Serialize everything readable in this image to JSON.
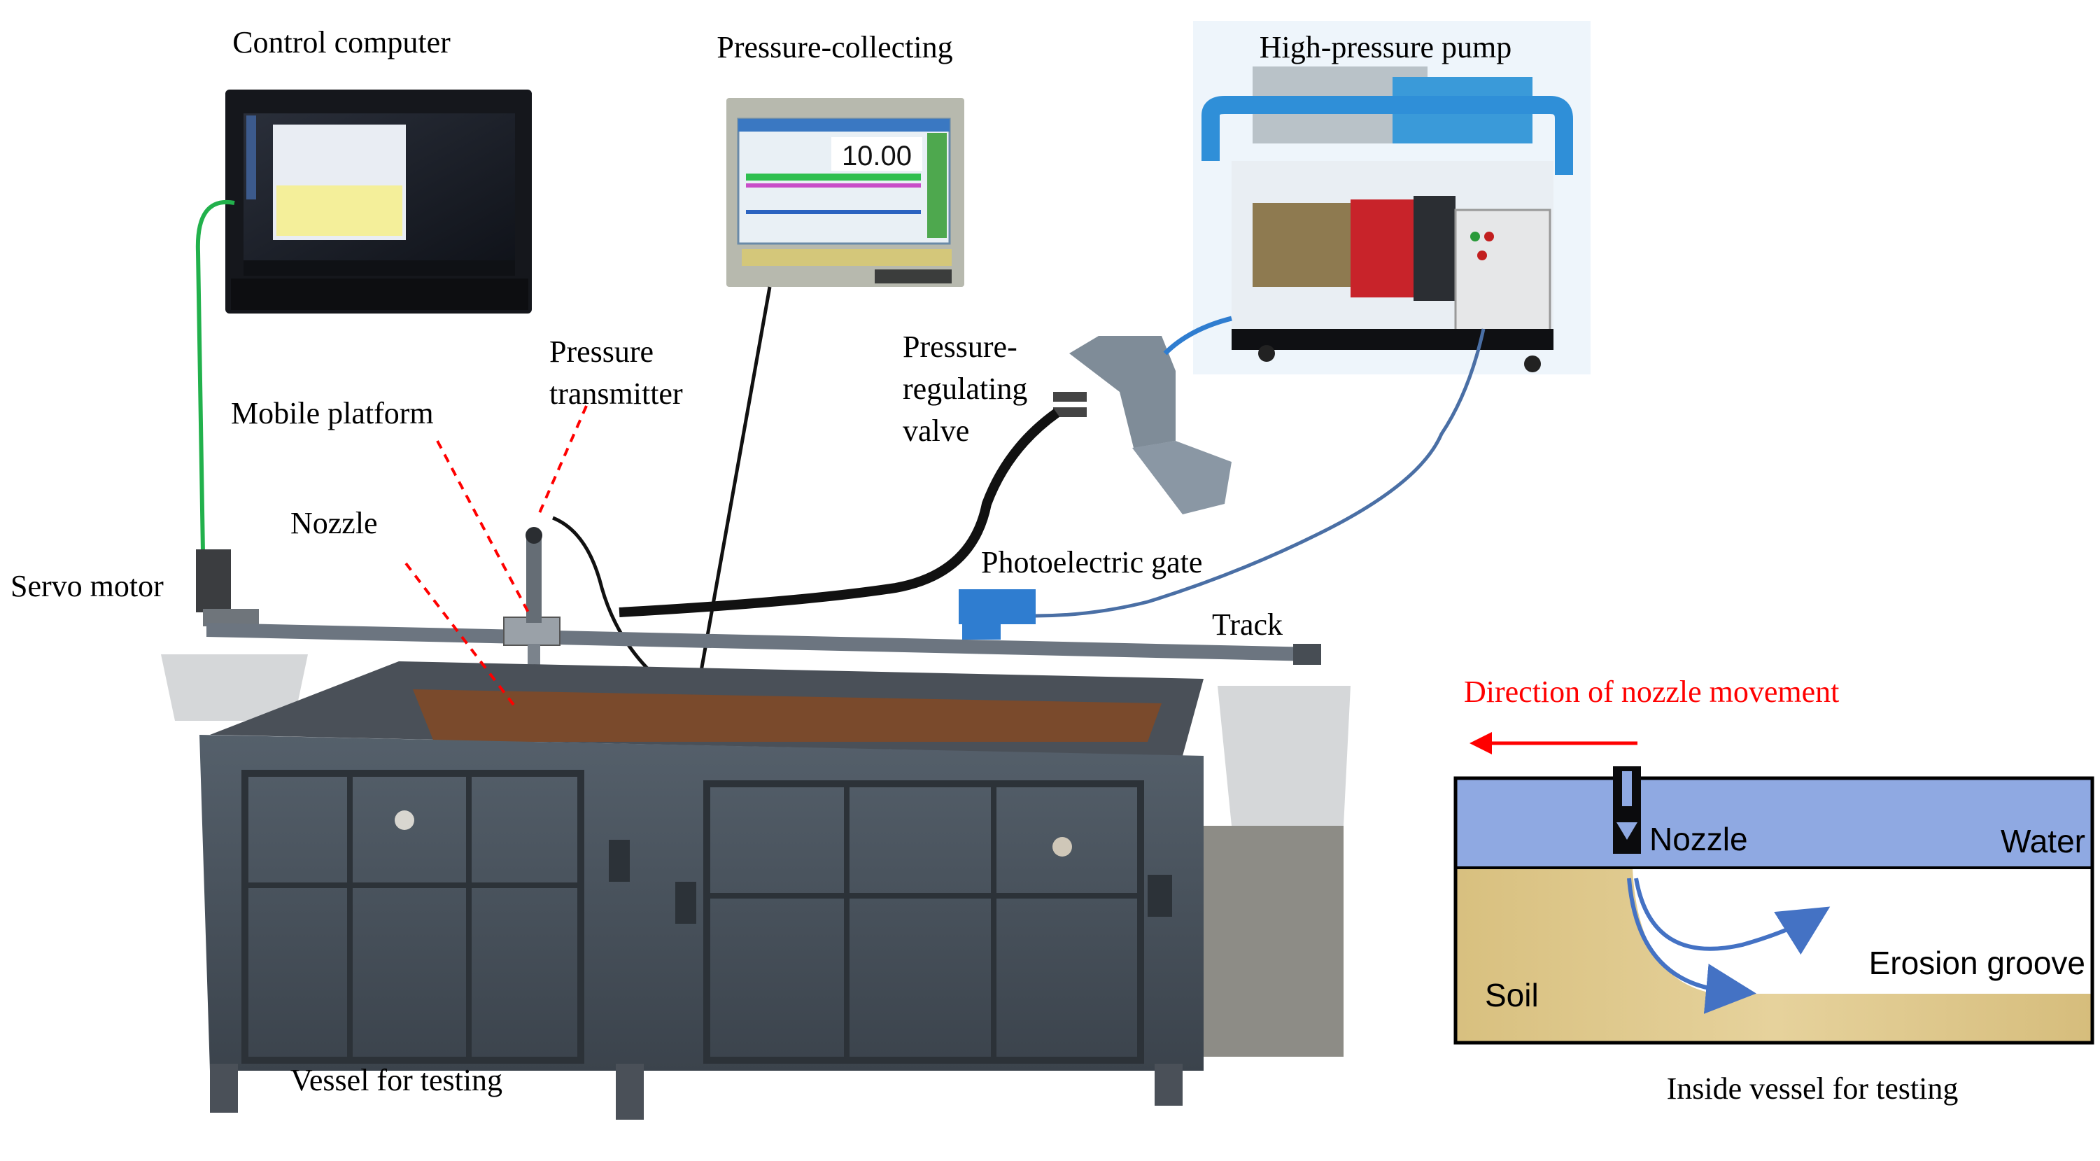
{
  "labels": {
    "control_computer": "Control computer",
    "pressure_collecting": "Pressure-collecting",
    "high_pressure_pump": "High-pressure pump",
    "pressure_transmitter_line1": "Pressure",
    "pressure_transmitter_line2": "transmitter",
    "pressure_regulating_line1": "Pressure-",
    "pressure_regulating_line2": "regulating",
    "pressure_regulating_line3": "valve",
    "mobile_platform": "Mobile platform",
    "nozzle": "Nozzle",
    "servo_motor": "Servo motor",
    "photoelectric_gate": "Photoelectric gate",
    "track": "Track",
    "vessel_for_testing": "Vessel for testing"
  },
  "pressure_display": {
    "readout": "10.00"
  },
  "inset": {
    "direction": "Direction of nozzle movement",
    "nozzle": "Nozzle",
    "water": "Water",
    "erosion_groove": "Erosion groove",
    "soil": "Soil",
    "caption": "Inside vessel for testing"
  },
  "colors": {
    "water": "#8fa9e2",
    "soil": "#dcc68f",
    "arrow_blue": "#4472c4",
    "direction_red": "#ff0000",
    "cable_green": "#22b14c",
    "cable_blue": "#4a6fa5",
    "pump_frame": "#2f8fd8",
    "vessel": "#4a5058"
  }
}
